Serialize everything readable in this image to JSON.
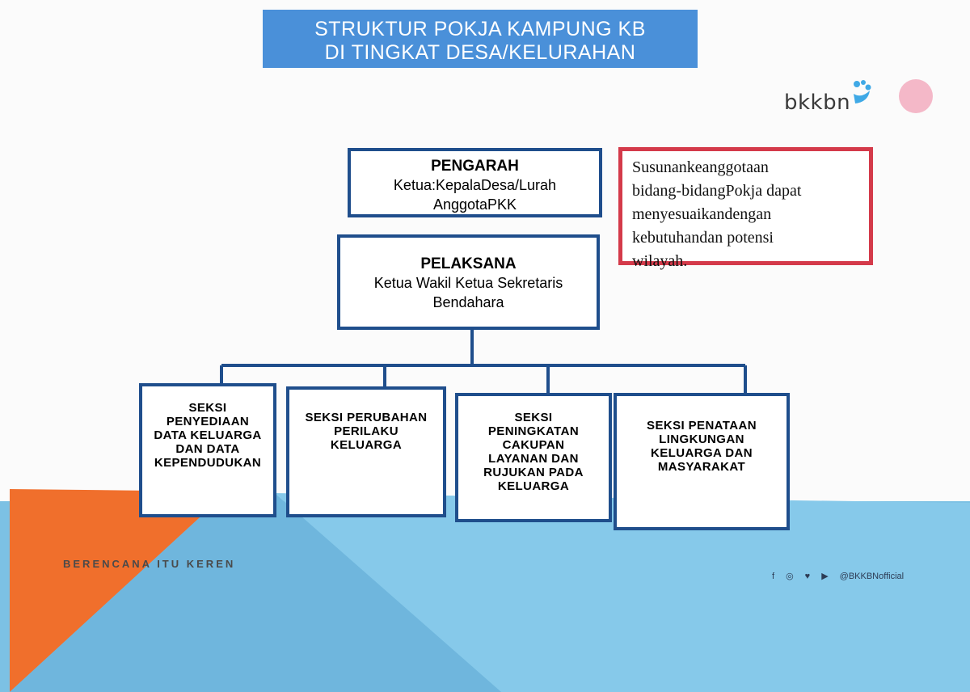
{
  "title": {
    "line1": "STRUKTUR  POKJA KAMPUNG KB",
    "line2": "DI TINGKAT  DESA/KELURAHAN"
  },
  "logo": {
    "text": "bkkbn"
  },
  "pengarah": {
    "heading": "PENGARAH",
    "line1": "Ketua:KepalaDesa/Lurah",
    "line2": "AnggotaPKK"
  },
  "pelaksana": {
    "heading": "PELAKSANA",
    "line1": "Ketua Wakil Ketua Sekretaris",
    "line2": "Bendahara"
  },
  "note": {
    "lines": [
      "Susunankeanggotaan",
      "bidang-bidangPokja dapat",
      "menyesuaikandengan",
      "kebutuhandan potensi",
      "wilayah."
    ]
  },
  "seksi": [
    {
      "lines": [
        "SEKSI",
        "PENYEDIAAN",
        "DATA KELUARGA",
        "DAN DATA",
        "KEPENDUDUKAN"
      ]
    },
    {
      "lines": [
        "SEKSI PERUBAHAN",
        "PERILAKU",
        "KELUARGA"
      ]
    },
    {
      "lines": [
        "SEKSI",
        "PENINGKATAN",
        "CAKUPAN",
        "LAYANAN  DAN",
        "RUJUKAN PADA",
        "KELUARGA"
      ]
    },
    {
      "lines": [
        "SEKSI PENATAAN",
        "LINGKUNGAN",
        "KELUARGA DAN",
        "MASYARAKAT"
      ]
    }
  ],
  "footer": {
    "tagline": "BERENCANA ITU KEREN",
    "social_icons": [
      "facebook-icon",
      "instagram-icon",
      "twitter-icon",
      "youtube-icon"
    ],
    "handle": "@BKKBNofficial"
  },
  "colors": {
    "banner": "#4a90d9",
    "box_border": "#1f4e8c",
    "note_border": "#d43a4a",
    "footer_orange": "#f06f2c",
    "footer_blue": "#7cc1e4"
  }
}
